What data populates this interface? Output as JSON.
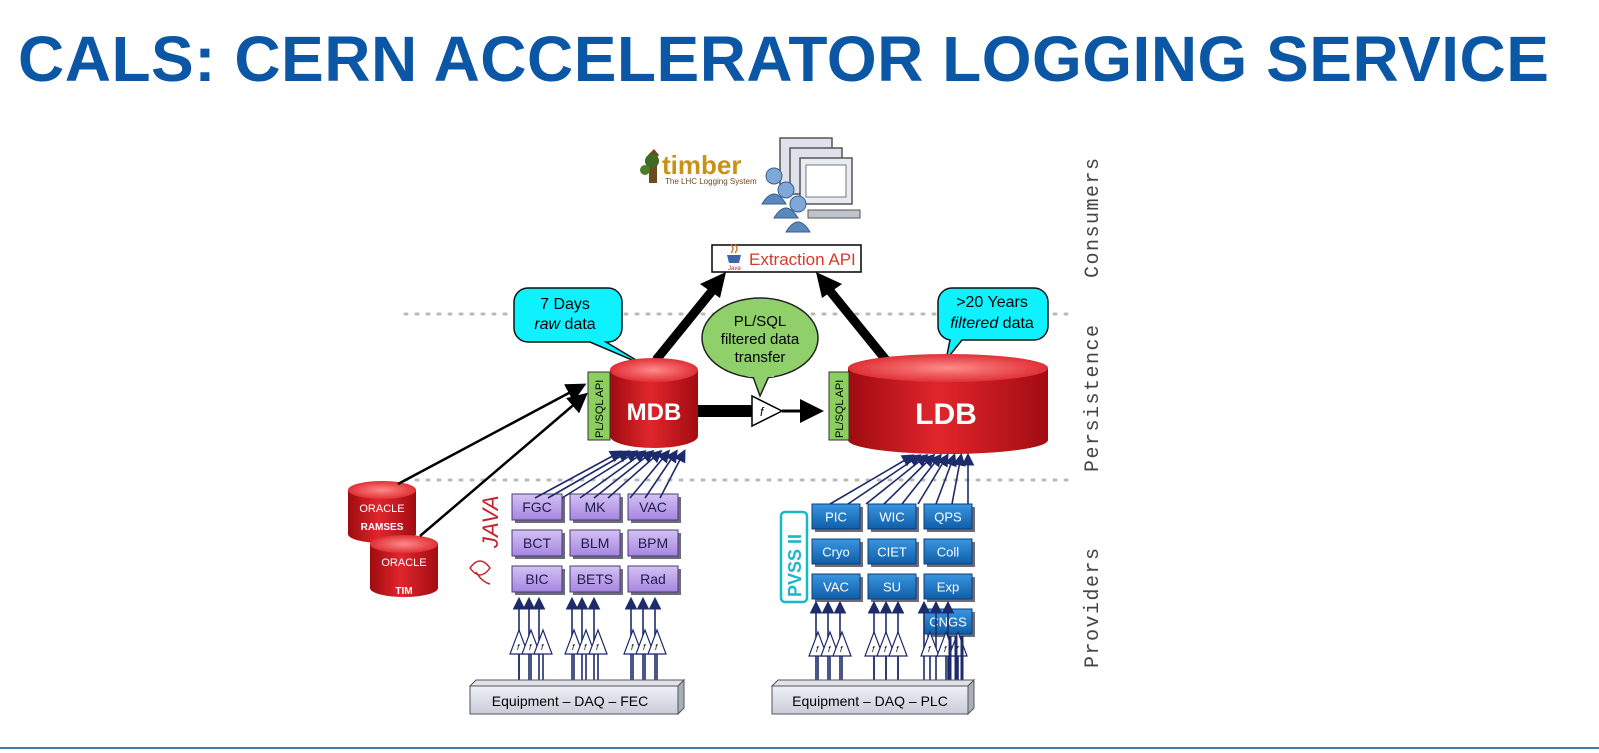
{
  "title": "CALS: CERN ACCELERATOR LOGGING SERVICE",
  "layers": {
    "consumers": "Consumers",
    "persistence": "Persistence",
    "providers": "Providers"
  },
  "timber": {
    "name": "timber",
    "subtitle": "The LHC Logging System"
  },
  "extraction_api": {
    "label": "Extraction API",
    "java_tag": "Java"
  },
  "callouts": {
    "mdb_line1": "7 Days",
    "mdb_raw": "raw",
    "mdb_data": "data",
    "ldb_line1": ">20 Years",
    "ldb_filtered": "filtered",
    "ldb_data": "data",
    "plsql_line1": "PL/SQL",
    "plsql_line2": "filtered data",
    "plsql_line3": "transfer"
  },
  "mdb": {
    "label": "MDB",
    "api": "PL/SQL API"
  },
  "ldb": {
    "label": "LDB",
    "api": "PL/SQL API"
  },
  "filter_symbol": "f",
  "oracle": {
    "brand": "ORACLE",
    "db1": "RAMSES",
    "db2": "TIM"
  },
  "java_logo": "JAVA",
  "pvss_logo": "PVSS II",
  "java_providers": [
    [
      "FGC",
      "MK",
      "VAC"
    ],
    [
      "BCT",
      "BLM",
      "BPM"
    ],
    [
      "BIC",
      "BETS",
      "Rad"
    ]
  ],
  "pvss_providers": [
    [
      "PIC",
      "WIC",
      "QPS"
    ],
    [
      "Cryo",
      "CIET",
      "Coll"
    ],
    [
      "VAC",
      "SU",
      "Exp"
    ],
    [
      "",
      "",
      "CNGS"
    ]
  ],
  "equipment": {
    "left": "Equipment – DAQ – FEC",
    "right": "Equipment – DAQ – PLC"
  },
  "colors": {
    "title": "#0b57a5",
    "mdb_red": "#c8141a",
    "callout_cyan": "#00f0ff",
    "callout_green": "#8fd06a",
    "java_box": "#b89ae8",
    "pvss_box": "#1b74c2",
    "api_green": "#8ccf5f"
  }
}
